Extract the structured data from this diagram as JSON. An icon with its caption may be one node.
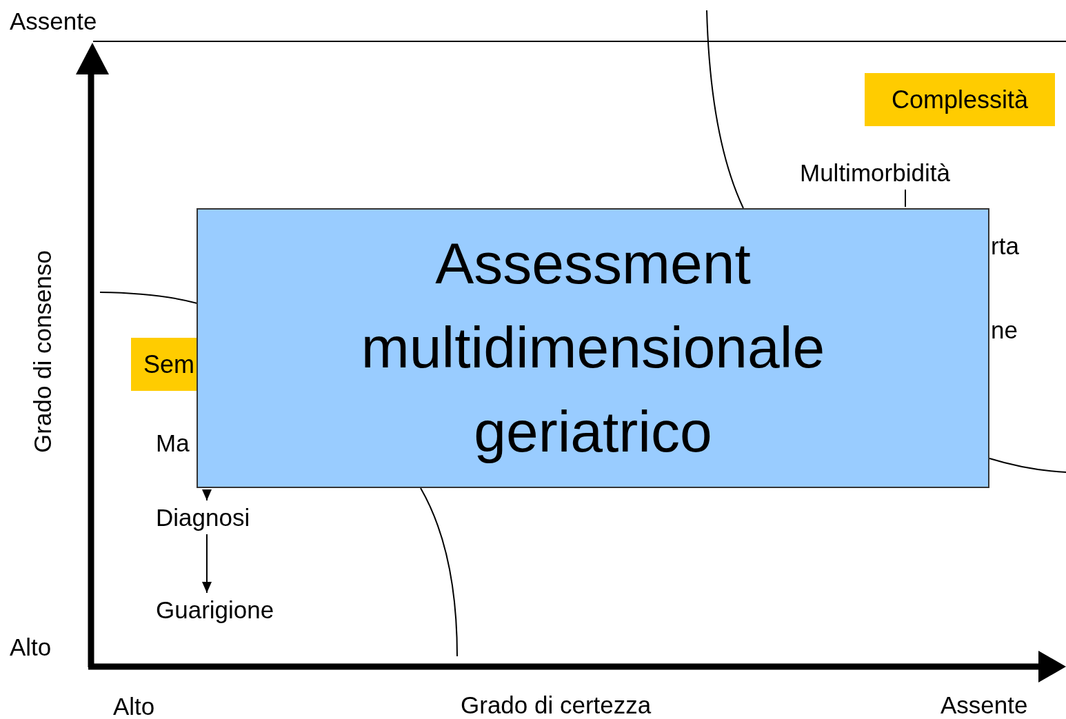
{
  "diagram": {
    "nodes": [
      {
        "text": [
          "Complessità"
        ]
      },
      {
        "text": [
          "Multimorbidità"
        ]
      },
      {
        "text": [
          "Sem"
        ]
      },
      {
        "text": [
          "Ma"
        ]
      },
      {
        "text": [
          "Diagnosi"
        ]
      },
      {
        "text": [
          "Guarigione"
        ]
      },
      {
        "text": [
          "Assessment multidimensionale geriatrico"
        ]
      }
    ],
    "edges": [
      {
        "from": 1,
        "to": 6,
        "arrow": "none"
      },
      {
        "from": 6,
        "to": 4,
        "arrow": "to"
      },
      {
        "from": 4,
        "to": 5,
        "arrow": "to"
      }
    ],
    "labels": [
      "Assente",
      "Grado di consenso",
      "Alto",
      "rta",
      "ne",
      "Alto",
      "Grado di certezza",
      "Assente"
    ]
  }
}
